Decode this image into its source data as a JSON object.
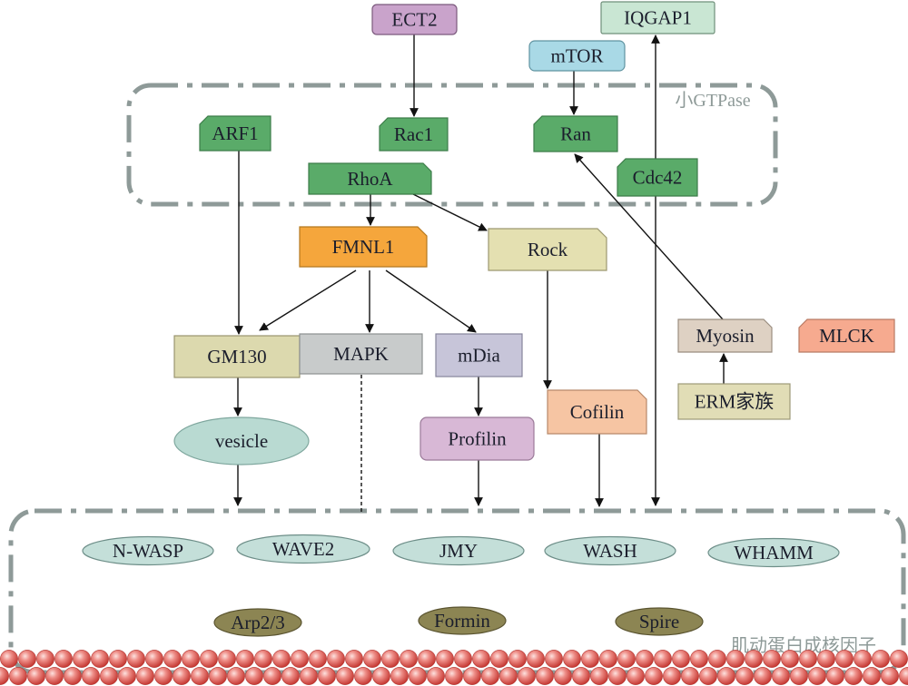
{
  "nodes": {
    "ect2": "ECT2",
    "iqgap1": "IQGAP1",
    "mtor": "mTOR",
    "arf1": "ARF1",
    "rac1": "Rac1",
    "rhoa": "RhoA",
    "ran": "Ran",
    "cdc42": "Cdc42",
    "fmnl1": "FMNL1",
    "rock": "Rock",
    "gm130": "GM130",
    "mapk": "MAPK",
    "mdia": "mDia",
    "vesicle": "vesicle",
    "profilin": "Profilin",
    "cofilin": "Cofilin",
    "myosin": "Myosin",
    "mlck": "MLCK",
    "erm": "ERM家族"
  },
  "regions": {
    "small_gtpase": "小GTPase",
    "actin_nucleation_factors": "肌动蛋白成核因子"
  },
  "nucleation_promoting_factors": [
    "N-WASP",
    "WAVE2",
    "JMY",
    "WASH",
    "WHAMM"
  ],
  "nucleators": [
    "Arp2/3",
    "Formin",
    "Spire"
  ],
  "colors": {
    "small_gtpase": "#5aab69",
    "ect2": "#c9a3cb",
    "iqgap1": "#c9e6d3",
    "mtor": "#a9d9e6",
    "fmnl1": "#f5a63c",
    "rock": "#e4e0b1",
    "gm130": "#dcd9ae",
    "mapk": "#c8cbcb",
    "mdia": "#c7c5d9",
    "vesicle": "#b9dad2",
    "profilin": "#d8b8d6",
    "cofilin": "#f6c5a3",
    "myosin": "#ded1c3",
    "mlck": "#f6aa8f",
    "erm": "#e1ddb6",
    "nucleation_promoting_factor": "#c4dfd9",
    "nucleator": "#8c8553",
    "region_outline": "#8e9a98"
  }
}
